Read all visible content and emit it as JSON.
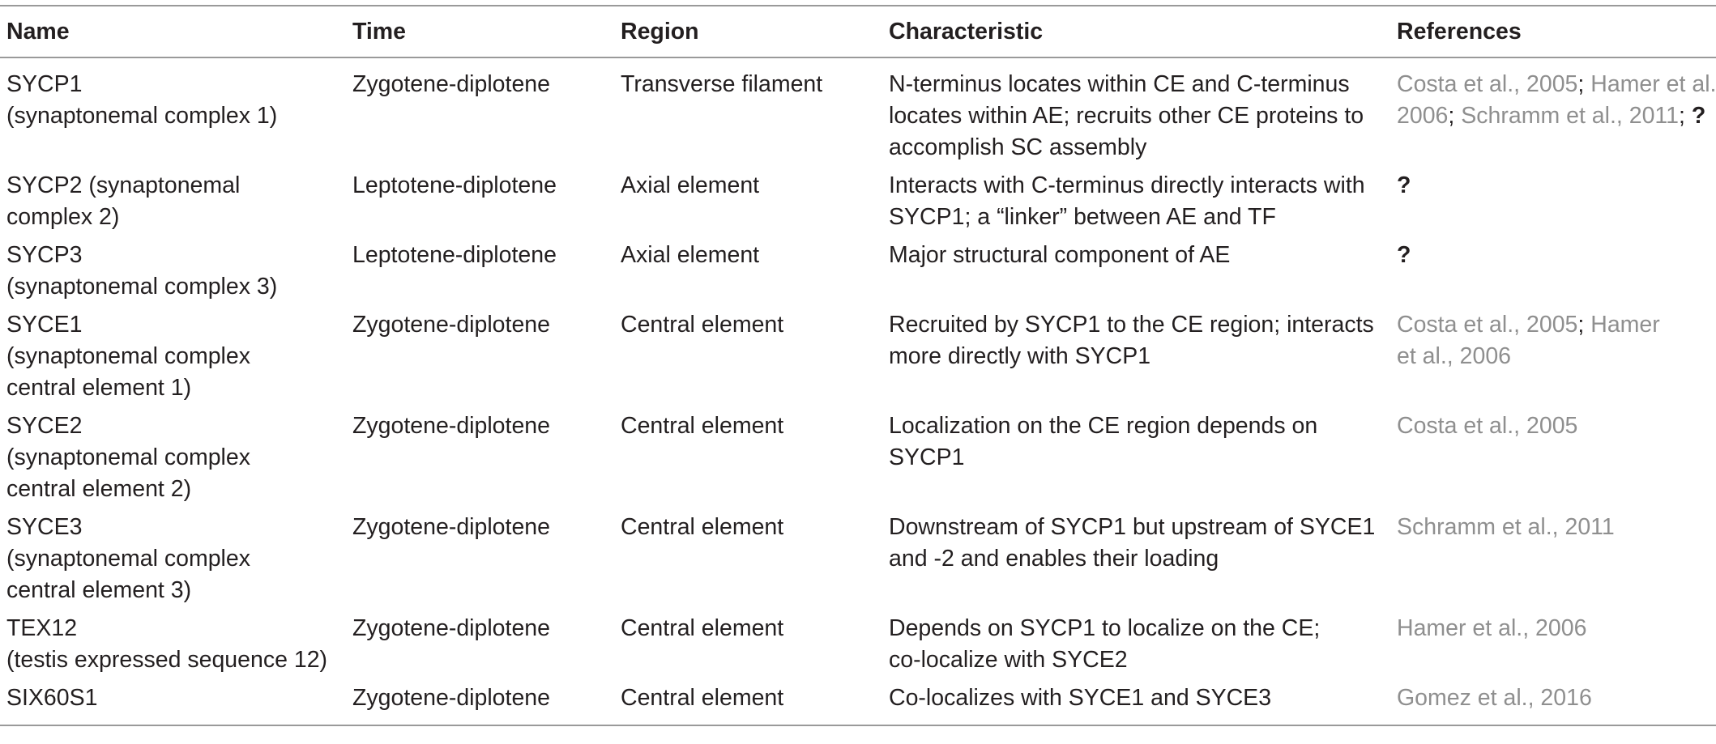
{
  "table": {
    "headers": [
      "Name",
      "Time",
      "Region",
      "Characteristic",
      "References"
    ],
    "rows": [
      {
        "name": [
          "SYCP1",
          "(synaptonemal complex 1)"
        ],
        "time": "Zygotene-diplotene",
        "region": "Transverse filament",
        "characteristic": [
          "N-terminus locates within CE and C-terminus",
          "locates within AE; recruits other CE proteins to",
          "accomplish SC assembly"
        ],
        "references": [
          [
            "Costa et al., 2005",
            "; ",
            "Hamer et al.,"
          ],
          [
            "2006",
            "; ",
            "Schramm et al., 2011",
            "; ",
            "?"
          ]
        ]
      },
      {
        "name": [
          "SYCP2 (synaptonemal",
          "complex 2)"
        ],
        "time": "Leptotene-diplotene",
        "region": "Axial element",
        "characteristic": [
          "Interacts with C-terminus directly interacts with",
          "SYCP1; a “linker” between AE and TF"
        ],
        "references": [
          [
            "?"
          ]
        ]
      },
      {
        "name": [
          "SYCP3",
          "(synaptonemal complex 3)"
        ],
        "time": "Leptotene-diplotene",
        "region": "Axial element",
        "characteristic": [
          "Major structural component of AE"
        ],
        "references": [
          [
            "?"
          ]
        ]
      },
      {
        "name": [
          "SYCE1",
          "(synaptonemal complex",
          "central element 1)"
        ],
        "time": "Zygotene-diplotene",
        "region": "Central element",
        "characteristic": [
          "Recruited by SYCP1 to the CE region; interacts",
          "more directly with SYCP1"
        ],
        "references": [
          [
            "Costa et al., 2005",
            "; ",
            "Hamer"
          ],
          [
            "et al., 2006"
          ]
        ]
      },
      {
        "name": [
          "SYCE2",
          "(synaptonemal complex",
          "central element 2)"
        ],
        "time": "Zygotene-diplotene",
        "region": "Central element",
        "characteristic": [
          "Localization on the CE region depends on",
          "SYCP1"
        ],
        "references": [
          [
            "Costa et al., 2005"
          ]
        ]
      },
      {
        "name": [
          "SYCE3",
          "(synaptonemal complex",
          "central element 3)"
        ],
        "time": "Zygotene-diplotene",
        "region": "Central element",
        "characteristic": [
          "Downstream of SYCP1 but upstream of SYCE1",
          "and -2 and enables their loading"
        ],
        "references": [
          [
            "Schramm et al., 2011"
          ]
        ]
      },
      {
        "name": [
          "TEX12",
          "(testis expressed sequence 12)"
        ],
        "time": "Zygotene-diplotene",
        "region": "Central element",
        "characteristic": [
          "Depends on SYCP1 to localize on the CE;",
          "co-localize with SYCE2"
        ],
        "references": [
          [
            "Hamer et al., 2006"
          ]
        ]
      },
      {
        "name": [
          "SIX60S1"
        ],
        "time": "Zygotene-diplotene",
        "region": "Central element",
        "characteristic": [
          "Co-localizes with SYCE1 and SYCE3"
        ],
        "references": [
          [
            "Gomez et al., 2016"
          ]
        ]
      }
    ]
  }
}
